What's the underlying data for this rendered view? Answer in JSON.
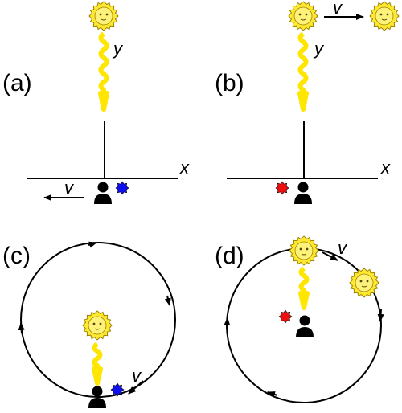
{
  "panels": [
    {
      "id": "a",
      "label": "(a)",
      "x_label": "x",
      "y_label": "y",
      "v_label": "v"
    },
    {
      "id": "b",
      "label": "(b)",
      "x_label": "x",
      "y_label": "y",
      "v_label": "v"
    },
    {
      "id": "c",
      "label": "(c)",
      "v_label": "v"
    },
    {
      "id": "d",
      "label": "(d)",
      "v_label": "v"
    }
  ],
  "colors": {
    "sun_fill": "#ffe830",
    "sun_stroke": "#9a8400",
    "wave_fill": "#ffee44",
    "wave_stroke": "#d8c200",
    "blue_star": "#1010ee",
    "red_star": "#ee1010",
    "person": "#000000",
    "line": "#000000"
  },
  "icons": [
    "sun-icon",
    "light-wave-icon",
    "person-icon",
    "blue-star-icon",
    "red-star-icon",
    "arrow-icon"
  ]
}
